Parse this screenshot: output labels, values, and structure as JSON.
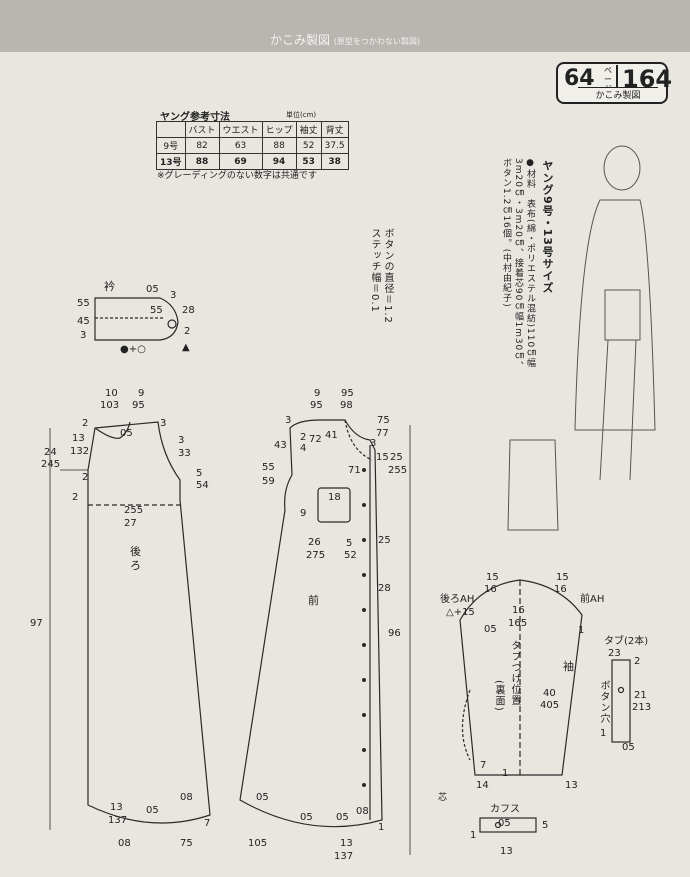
{
  "header": {
    "title": "かこみ製図",
    "subtitle": "(原型をつかわない製図)"
  },
  "page_ref": {
    "page_a": "64",
    "page_unit": "ページ",
    "page_b": "164",
    "label": "かこみ製図"
  },
  "size_table": {
    "title": "ヤング参考寸法",
    "unit": "単位(cm)",
    "columns": [
      "",
      "バスト",
      "ウエスト",
      "ヒップ",
      "袖丈",
      "背丈"
    ],
    "rows": [
      [
        "9号",
        "82",
        "63",
        "88",
        "52",
        "37.5"
      ],
      [
        "13号",
        "88",
        "69",
        "94",
        "53",
        "38"
      ]
    ],
    "note": "※グレーディングのない数字は共通です"
  },
  "sizes_heading": "ヤング9号・13号サイズ",
  "materials": {
    "bullet": "●",
    "text": "材料　表布(綿・ポリエステル混紡)110㎝幅3m20㎝・3m20㎝、接着芯90㎝幅1m30㎝、ボタン1.2㎝16個。",
    "credit": "(中村由紀子)"
  },
  "button_note": "ボタンの直径＝1.2　ステッチ幅＝0.1",
  "pieces": {
    "collar": "衿",
    "back": "後ろ",
    "front": "前",
    "sleeve": "袖",
    "tab": "タブ(2本)",
    "cuff": "カフス",
    "back_ah": "後ろAH",
    "front_ah": "前AH",
    "tab_position": "タブつけ位置",
    "tab_position_note": "(裏面)",
    "button_hole": "ボタン穴",
    "shin": "芯"
  },
  "dims": {
    "collar": [
      "05",
      "3",
      "55",
      "55",
      "28",
      "45",
      "3",
      "2",
      "●+○",
      "▲"
    ],
    "back_top": [
      "10",
      "9",
      "103",
      "95"
    ],
    "back_side": [
      "2",
      "3",
      "05",
      "13",
      "132",
      "24",
      "245",
      "2",
      "2",
      "3",
      "33",
      "5",
      "54"
    ],
    "back_body": [
      "255",
      "27",
      "97",
      "13",
      "137",
      "05",
      "08",
      "08",
      "7",
      "75"
    ],
    "front_top": [
      "9",
      "95",
      "95",
      "98",
      "75",
      "77"
    ],
    "front_side": [
      "3",
      "2",
      "43",
      "4",
      "72",
      "41",
      "3",
      "15",
      "25",
      "255",
      "71",
      "55",
      "59",
      "18",
      "9",
      "26",
      "275",
      "5",
      "52",
      "25",
      "28",
      "96"
    ],
    "front_body": [
      "05",
      "05",
      "05",
      "08",
      "105",
      "13",
      "137",
      "1"
    ],
    "sleeve": [
      "15",
      "16",
      "15",
      "16",
      "△+15",
      "16",
      "165",
      "05",
      "1",
      "40",
      "405",
      "7",
      "14",
      "1",
      "13"
    ],
    "tab": [
      "23",
      "2",
      "21",
      "213",
      "1",
      "05"
    ],
    "cuff": [
      "05",
      "5",
      "1",
      "13"
    ]
  }
}
